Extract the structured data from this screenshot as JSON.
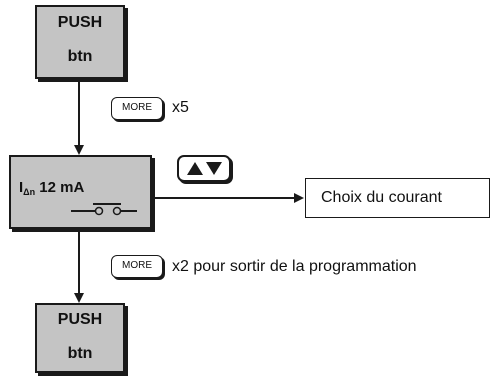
{
  "push_top": {
    "line1": "PUSH",
    "line2": "btn"
  },
  "step1": {
    "key": "MORE",
    "text": "x5"
  },
  "setting": {
    "prefix": "I",
    "subscript": "Δn",
    "value": " 12 mA"
  },
  "arrow_keys": {
    "up": "▲",
    "down": "▼"
  },
  "current_choice": {
    "label": "Choix du courant"
  },
  "step2": {
    "key": "MORE",
    "text": "x2 pour sortir de la programmation"
  },
  "push_bottom": {
    "line1": "PUSH",
    "line2": "btn"
  },
  "colors": {
    "box_fill": "#c4c4c4",
    "stroke": "#1a1a1a"
  }
}
